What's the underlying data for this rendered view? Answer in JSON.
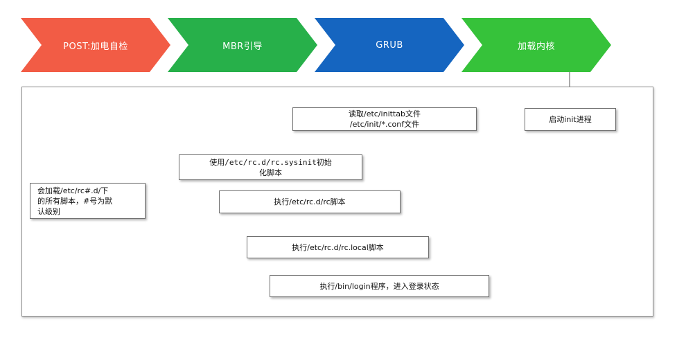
{
  "stages": [
    {
      "label": "POST:加电自检",
      "color": "#f25c45"
    },
    {
      "label": "MBR引导",
      "color": "#27b04a"
    },
    {
      "label": "GRUB",
      "color": "#1565c0"
    },
    {
      "label": "加载内核",
      "color": "#36c23a"
    }
  ],
  "boxes": {
    "start_init": {
      "lines": [
        "启动init进程"
      ]
    },
    "read_inittab": {
      "lines": [
        "读取/etc/inittab文件",
        "/etc/init/*.conf文件"
      ]
    },
    "rc_sysinit": {
      "lines": [
        "使用/etc/rc.d/rc.sysinit初始",
        "化脚本"
      ]
    },
    "rc_script": {
      "lines": [
        "执行/etc/rc.d/rc脚本"
      ]
    },
    "rc_dirs": {
      "lines": [
        "会加载/etc/rc#.d/下",
        "的所有脚本，#号为默",
        "认级别"
      ]
    },
    "rc_local": {
      "lines": [
        "执行/etc/rc.d/rc.local脚本"
      ]
    },
    "login": {
      "lines": [
        "执行/bin/login程序，进入登录状态"
      ]
    }
  },
  "colors": {
    "arrow": "#555555",
    "frame_border": "#8a8a8a"
  }
}
